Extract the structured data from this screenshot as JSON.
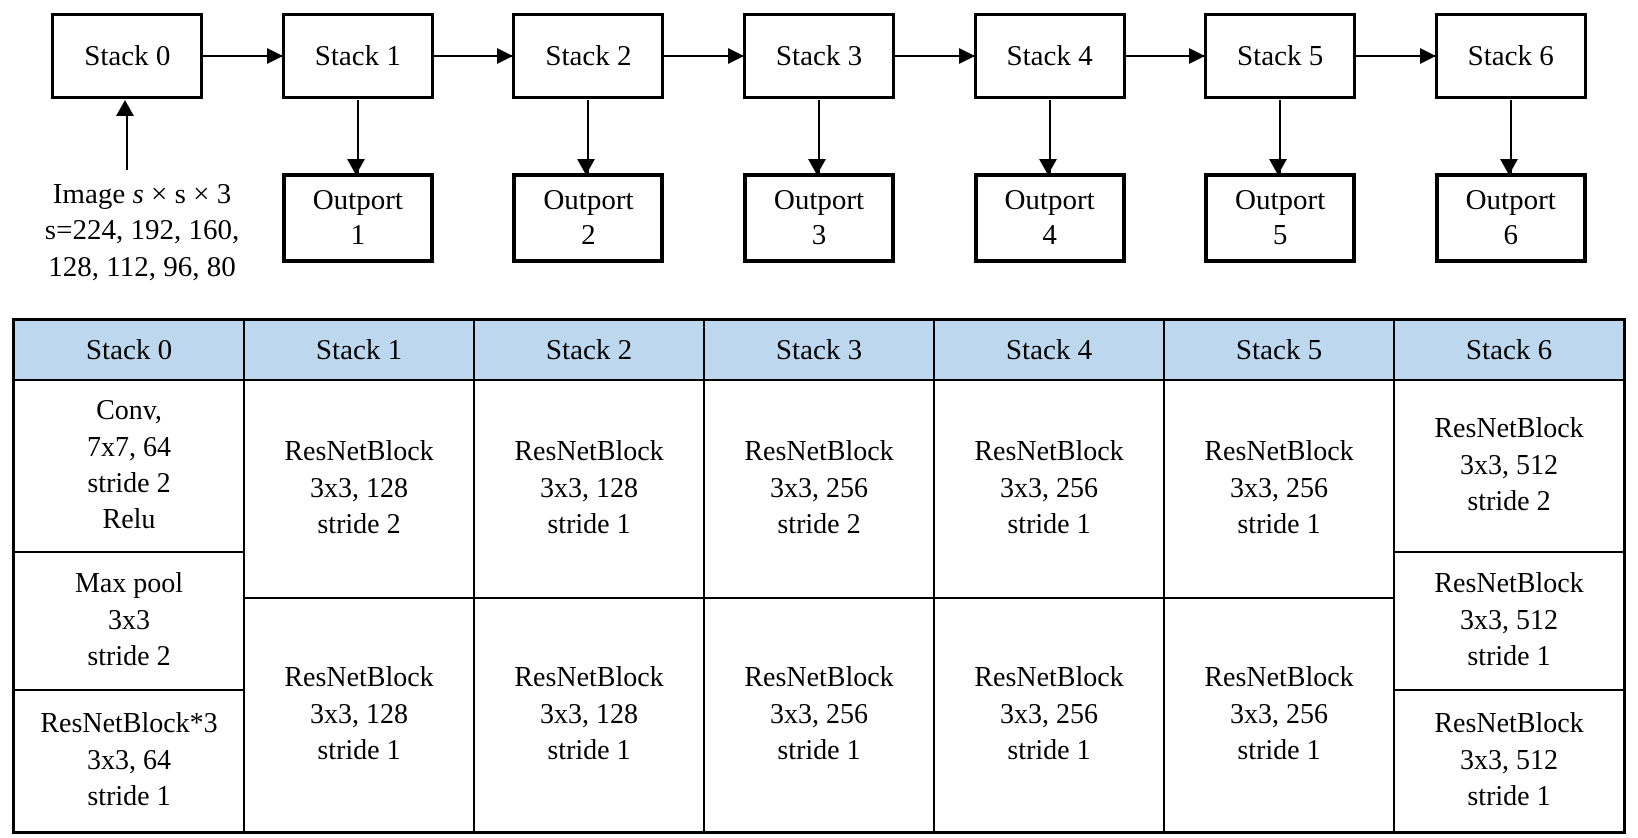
{
  "colors": {
    "table_header_bg": "#BDD7EE",
    "line": "#000000"
  },
  "diagram": {
    "stacks": [
      {
        "label": "Stack 0"
      },
      {
        "label": "Stack 1"
      },
      {
        "label": "Stack 2"
      },
      {
        "label": "Stack 3"
      },
      {
        "label": "Stack 4"
      },
      {
        "label": "Stack 5"
      },
      {
        "label": "Stack 6"
      }
    ],
    "outports": [
      {
        "line1": "Outport",
        "line2": "1"
      },
      {
        "line1": "Outport",
        "line2": "2"
      },
      {
        "line1": "Outport",
        "line2": "3"
      },
      {
        "line1": "Outport",
        "line2": "4"
      },
      {
        "line1": "Outport",
        "line2": "5"
      },
      {
        "line1": "Outport",
        "line2": "6"
      }
    ],
    "input_label": {
      "pre": "Image ",
      "var": "s",
      "post": " × s × 3",
      "line2": "s=224, 192, 160,",
      "line3": "128, 112, 96, 80"
    }
  },
  "table": {
    "columns": [
      {
        "header": "Stack 0",
        "cells": [
          "Conv,\n7x7, 64\nstride 2\nRelu",
          "Max pool\n3x3\nstride 2",
          "ResNetBlock*3\n3x3, 64\nstride 1"
        ]
      },
      {
        "header": "Stack 1",
        "cells": [
          "ResNetBlock\n3x3, 128\nstride 2",
          "ResNetBlock\n3x3, 128\nstride 1"
        ]
      },
      {
        "header": "Stack 2",
        "cells": [
          "ResNetBlock\n3x3, 128\nstride 1",
          "ResNetBlock\n3x3, 128\nstride 1"
        ]
      },
      {
        "header": "Stack 3",
        "cells": [
          "ResNetBlock\n3x3, 256\nstride 2",
          "ResNetBlock\n3x3, 256\nstride 1"
        ]
      },
      {
        "header": "Stack 4",
        "cells": [
          "ResNetBlock\n3x3, 256\nstride 1",
          "ResNetBlock\n3x3, 256\nstride 1"
        ]
      },
      {
        "header": "Stack 5",
        "cells": [
          "ResNetBlock\n3x3, 256\nstride 1",
          "ResNetBlock\n3x3, 256\nstride 1"
        ]
      },
      {
        "header": "Stack 6",
        "cells": [
          "ResNetBlock\n3x3, 512\nstride 2",
          "ResNetBlock\n3x3, 512\nstride 1",
          "ResNetBlock\n3x3, 512\nstride 1"
        ]
      }
    ]
  }
}
